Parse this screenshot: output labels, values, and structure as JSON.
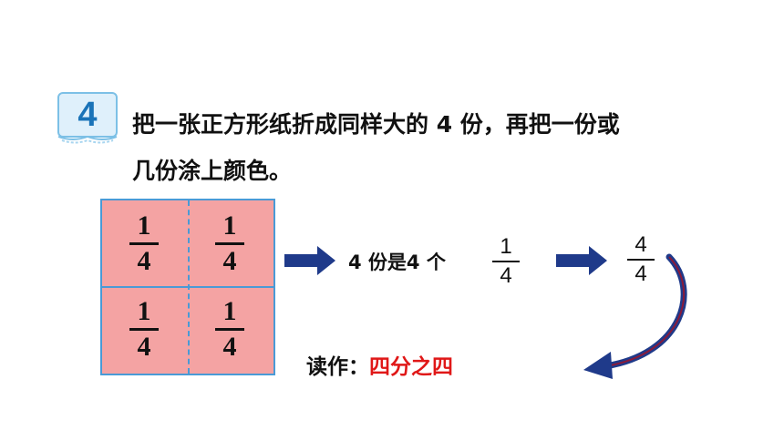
{
  "problem": {
    "number": "4",
    "line1": "把一张正方形纸折成同样大的 4 份，再把一份或",
    "line2": "几份涂上颜色。"
  },
  "square": {
    "cells": [
      {
        "numerator": "1",
        "denominator": "4"
      },
      {
        "numerator": "1",
        "denominator": "4"
      },
      {
        "numerator": "1",
        "denominator": "4"
      },
      {
        "numerator": "1",
        "denominator": "4"
      }
    ]
  },
  "step1": {
    "text": "4 份是4 个",
    "fraction": {
      "numerator": "1",
      "denominator": "4"
    }
  },
  "step2": {
    "fraction": {
      "numerator": "4",
      "denominator": "4"
    }
  },
  "reading": {
    "label": "读作：",
    "value": "四分之四"
  },
  "colors": {
    "paper": "#f4a3a3",
    "grid": "#4a9ad6",
    "arrow": "#1f3a8a",
    "highlight": "#e01818"
  }
}
